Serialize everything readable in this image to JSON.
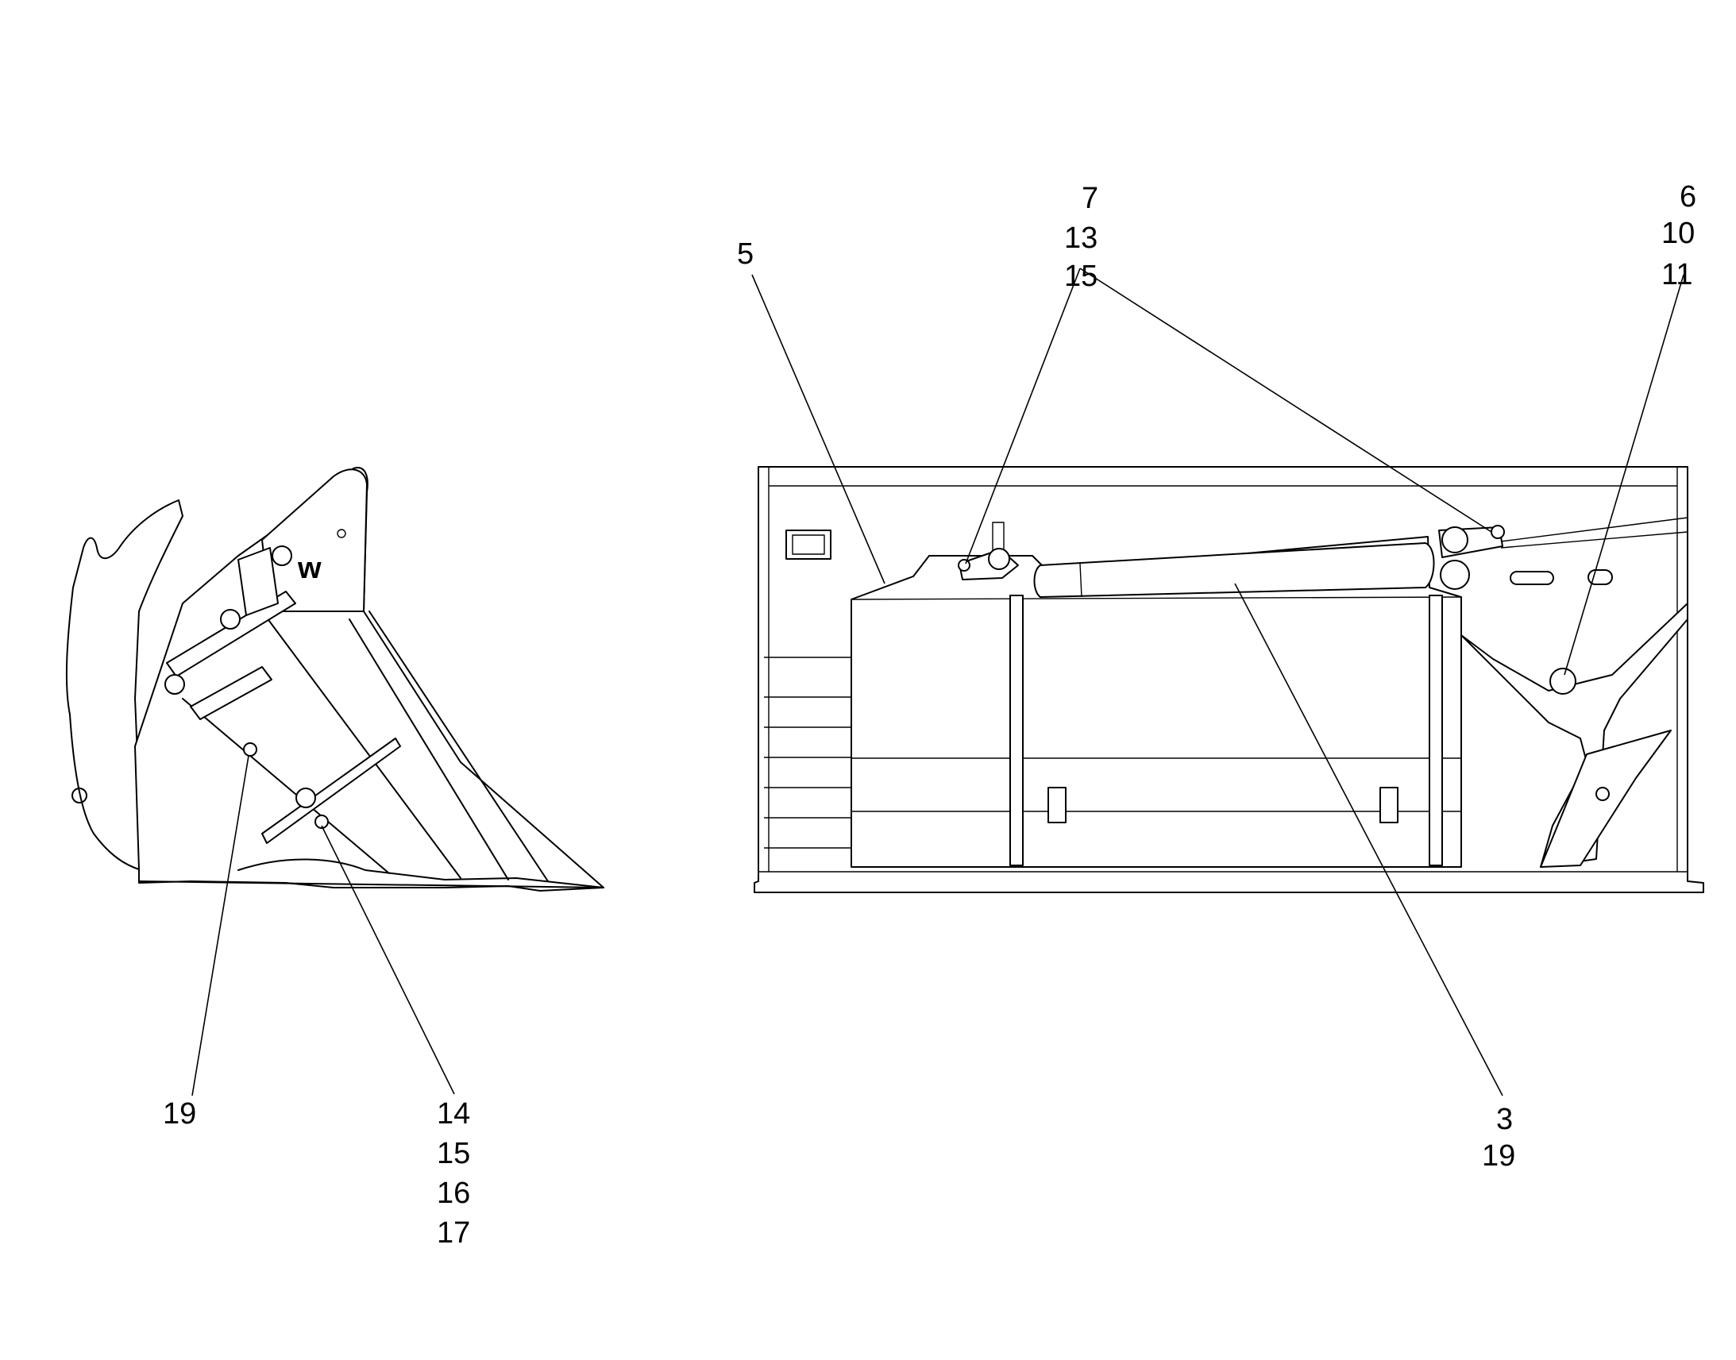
{
  "callouts": [
    {
      "id": "c-19-left",
      "lines": [
        "19"
      ]
    },
    {
      "id": "c-14-17",
      "lines": [
        "14",
        "15",
        "16",
        "17"
      ]
    },
    {
      "id": "c-5",
      "lines": [
        "5"
      ]
    },
    {
      "id": "c-7-15",
      "lines": [
        "7",
        "13",
        "15"
      ]
    },
    {
      "id": "c-6-11",
      "lines": [
        "6",
        "10",
        "11"
      ]
    },
    {
      "id": "c-3-19",
      "lines": [
        "3",
        "19"
      ]
    }
  ],
  "logo": {
    "text": "w",
    "note": "manufacturer logo on side plate"
  }
}
